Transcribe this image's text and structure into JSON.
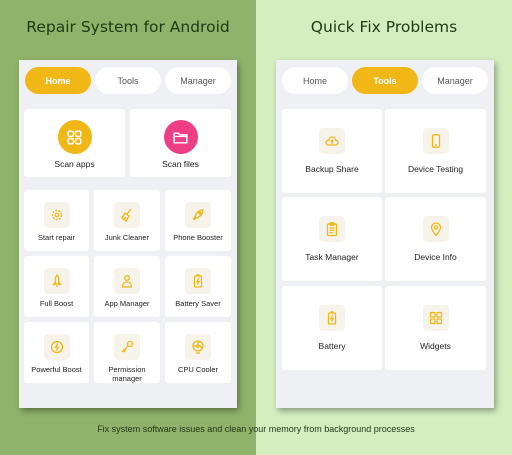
{
  "colors": {
    "accent": "#f0b716",
    "pink": "#ee3e86",
    "left_bg": "#8fb36b",
    "right_bg": "#d5eec0"
  },
  "left": {
    "heading": "Repair System for Android",
    "tabs": [
      {
        "label": "Home",
        "active": true
      },
      {
        "label": "Tools",
        "active": false
      },
      {
        "label": "Manager",
        "active": false
      }
    ],
    "top_cards": [
      {
        "label": "Scan apps",
        "icon": "grid-icon"
      },
      {
        "label": "Scan files",
        "icon": "folder-icon"
      }
    ],
    "grid": [
      {
        "label": "Start repair",
        "icon": "gear-icon"
      },
      {
        "label": "Junk Cleaner",
        "icon": "broom-icon"
      },
      {
        "label": "Phone Booster",
        "icon": "rocket-icon"
      },
      {
        "label": "Full Boost",
        "icon": "rocket-launch-icon"
      },
      {
        "label": "App Manager",
        "icon": "person-icon"
      },
      {
        "label": "Battery Saver",
        "icon": "battery-icon"
      },
      {
        "label": "Powerful Boost",
        "icon": "lightning-icon"
      },
      {
        "label": "Permission manager",
        "icon": "key-icon"
      },
      {
        "label": "CPU Cooler",
        "icon": "fan-icon"
      }
    ]
  },
  "right": {
    "heading": "Quick Fix Problems",
    "tabs": [
      {
        "label": "Home",
        "active": false
      },
      {
        "label": "Tools",
        "active": true
      },
      {
        "label": "Manager",
        "active": false
      }
    ],
    "grid": [
      {
        "label": "Backup Share",
        "icon": "cloud-icon"
      },
      {
        "label": "Device Testing",
        "icon": "phone-icon"
      },
      {
        "label": "Task Manager",
        "icon": "clipboard-icon"
      },
      {
        "label": "Device Info",
        "icon": "info-pin-icon"
      },
      {
        "label": "Battery",
        "icon": "battery-icon"
      },
      {
        "label": "Widgets",
        "icon": "widgets-icon"
      }
    ]
  },
  "footer": "Fix system software issues and clean your memory from background processes"
}
